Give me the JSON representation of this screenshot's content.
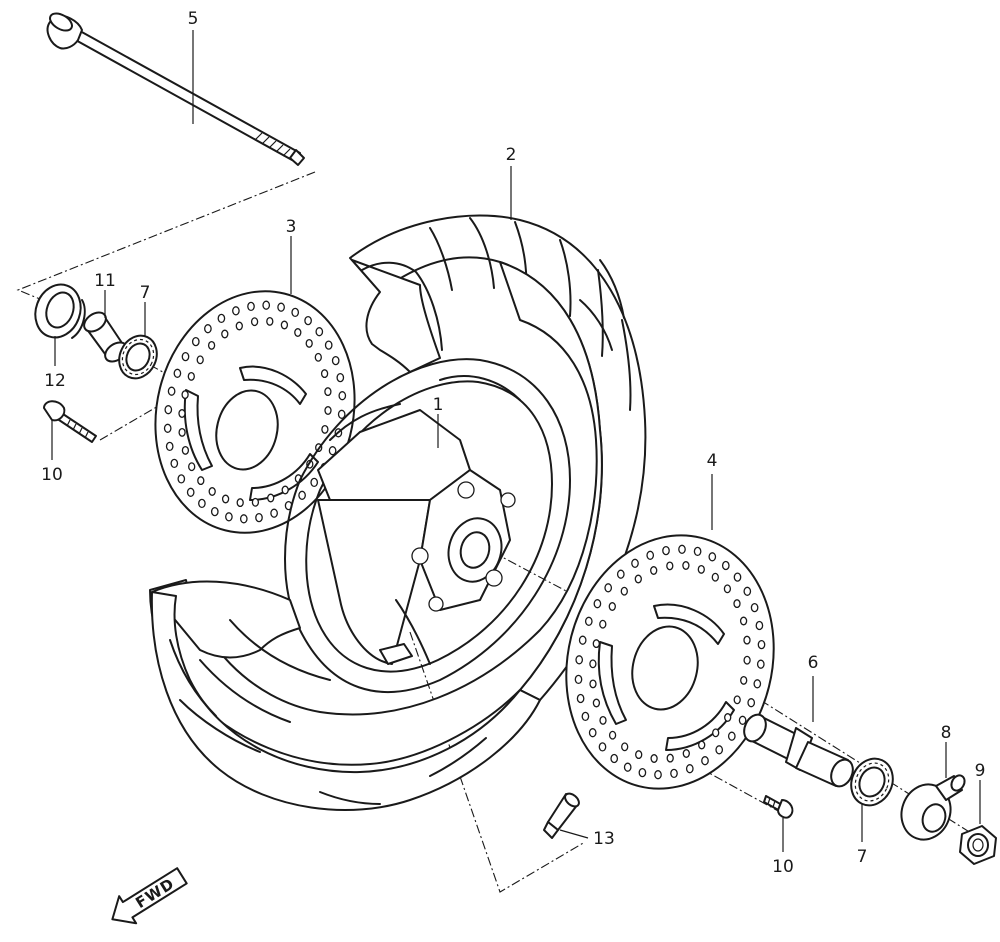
{
  "diagram": {
    "callouts": [
      {
        "id": "c1",
        "label": "1"
      },
      {
        "id": "c2",
        "label": "2"
      },
      {
        "id": "c3",
        "label": "3"
      },
      {
        "id": "c4",
        "label": "4"
      },
      {
        "id": "c5",
        "label": "5"
      },
      {
        "id": "c6",
        "label": "6"
      },
      {
        "id": "c7a",
        "label": "7"
      },
      {
        "id": "c7b",
        "label": "7"
      },
      {
        "id": "c8",
        "label": "8"
      },
      {
        "id": "c9",
        "label": "9"
      },
      {
        "id": "c10a",
        "label": "10"
      },
      {
        "id": "c10b",
        "label": "10"
      },
      {
        "id": "c11",
        "label": "11"
      },
      {
        "id": "c12",
        "label": "12"
      },
      {
        "id": "c13",
        "label": "13"
      }
    ],
    "direction_arrow": {
      "label": "FWD",
      "icon": "forward-arrow-icon"
    }
  }
}
